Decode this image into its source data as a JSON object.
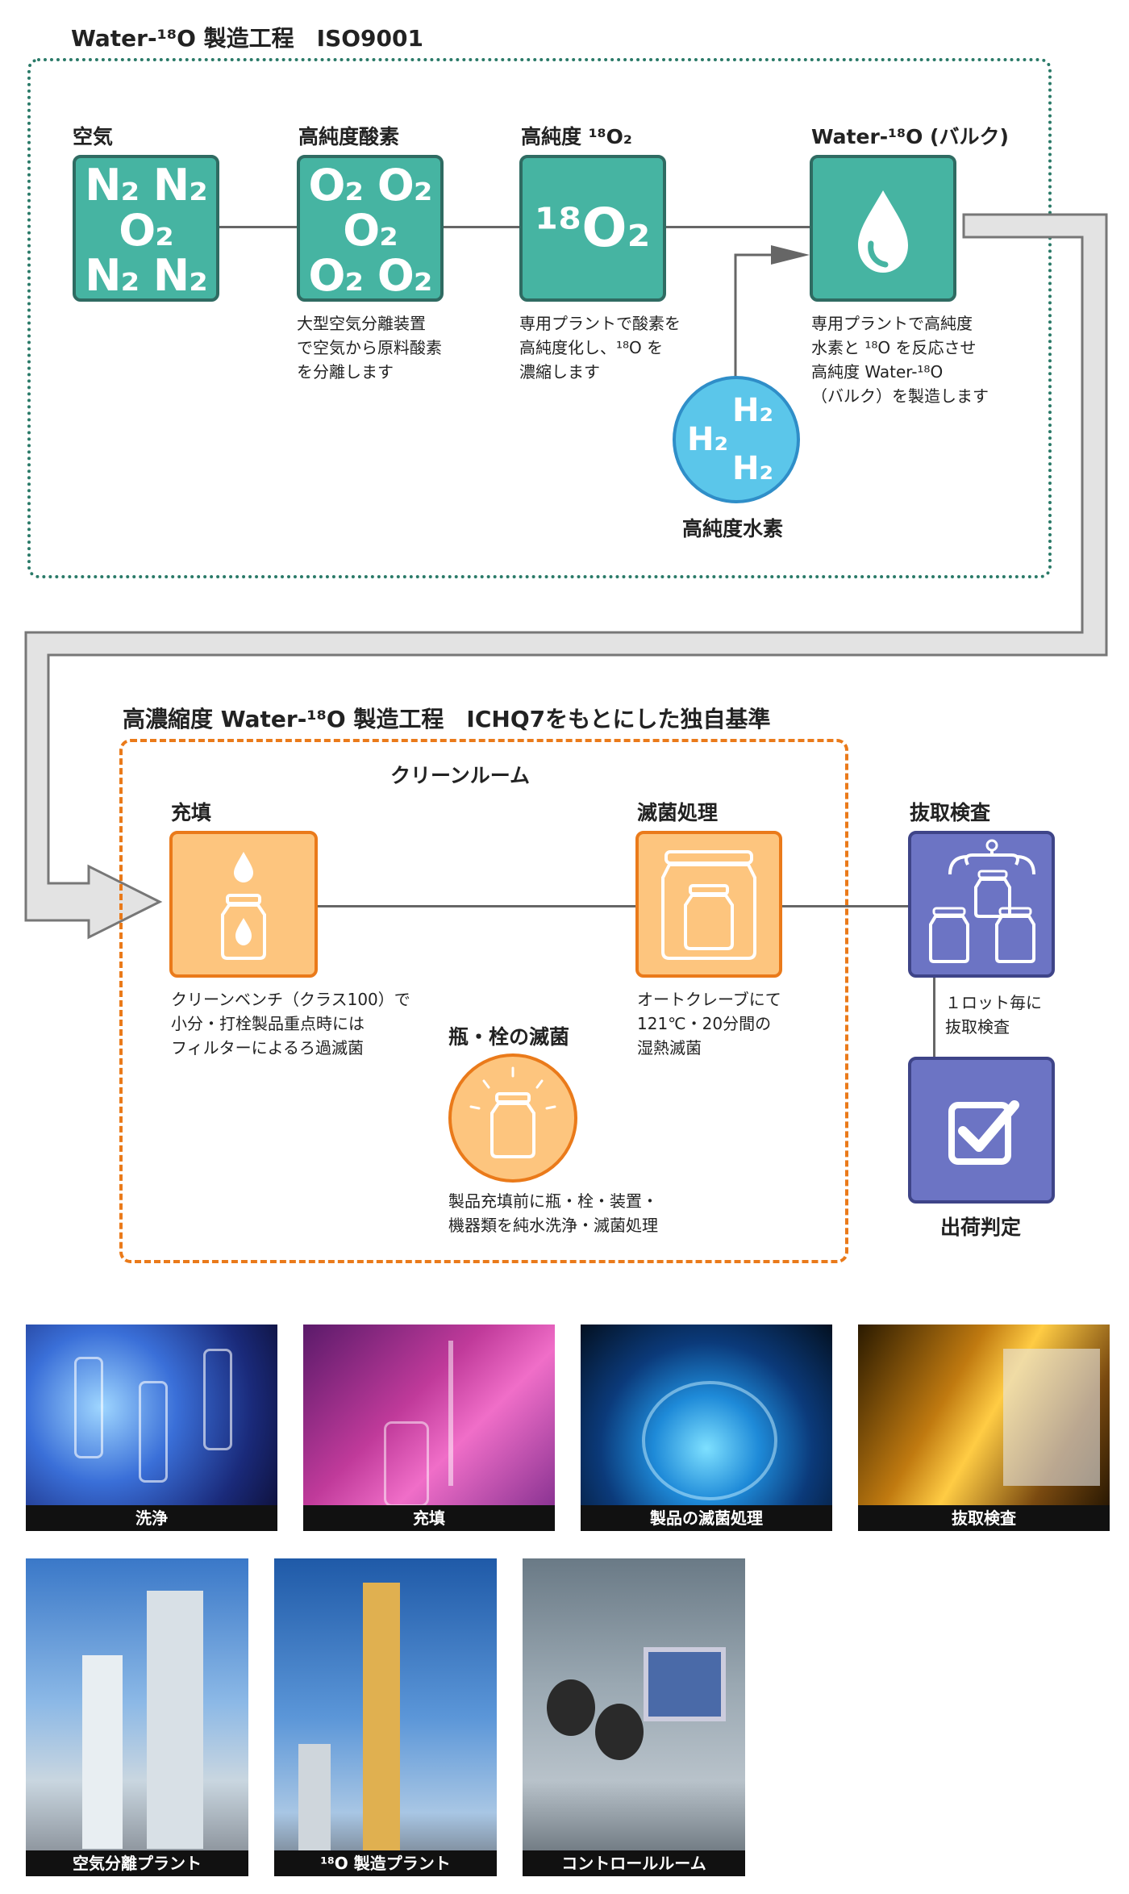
{
  "section1": {
    "title": "Water-¹⁸O 製造工程　ISO9001",
    "steps": [
      {
        "label": "空気",
        "molecules": [
          "N₂ N₂",
          "O₂",
          "N₂ N₂"
        ],
        "desc": []
      },
      {
        "label": "高純度酸素",
        "molecules": [
          "O₂ O₂",
          "O₂",
          "O₂ O₂"
        ],
        "desc": [
          "大型空気分離装置",
          "で空気から原料酸素",
          "を分離します"
        ]
      },
      {
        "label": "高純度 ¹⁸O₂",
        "molecule": "¹⁸O₂",
        "desc": [
          "専用プラントで酸素を",
          "高純度化し、¹⁸O を",
          "濃縮します"
        ]
      },
      {
        "label": "Water-¹⁸O (バルク)",
        "icon": "water-drop-icon",
        "desc": [
          "専用プラントで高純度",
          "水素と ¹⁸O を反応させ",
          "高純度 Water-¹⁸O",
          "（バルク）を製造します"
        ]
      }
    ],
    "hydrogen": {
      "label": "高純度水素",
      "molecules": [
        "H₂",
        "H₂",
        "H₂"
      ]
    }
  },
  "section2": {
    "title": "高濃縮度 Water-¹⁸O 製造工程　ICHQ7をもとにした独自基準",
    "cleanroom_label": "クリーンルーム",
    "fill": {
      "label": "充填",
      "desc": [
        "クリーンベンチ（クラス100）で",
        "小分・打栓製品重点時には",
        "フィルターによるろ過滅菌"
      ]
    },
    "sterilize": {
      "label": "滅菌処理",
      "desc": [
        "オートクレーブにて",
        "121℃・20分間の",
        "湿熱滅菌"
      ]
    },
    "bottle_sterilize": {
      "label": "瓶・栓の滅菌",
      "desc": [
        "製品充填前に瓶・栓・装置・",
        "機器類を純水洗浄・滅菌処理"
      ]
    },
    "inspection": {
      "label": "抜取検査",
      "desc": [
        "１ロット毎に",
        "抜取検査"
      ]
    },
    "shipment": {
      "label": "出荷判定"
    }
  },
  "photos_row1": [
    {
      "caption": "洗浄"
    },
    {
      "caption": "充填"
    },
    {
      "caption": "製品の滅菌処理"
    },
    {
      "caption": "抜取検査"
    }
  ],
  "photos_row2": [
    {
      "caption": "空気分離プラント"
    },
    {
      "caption": "¹⁸O 製造プラント"
    },
    {
      "caption": "コントロールルーム"
    }
  ],
  "colors": {
    "teal": "#46b4a2",
    "teal_border": "#2f6b62",
    "teal_dash": "#2a7a68",
    "orange": "#fdc57e",
    "orange_border": "#ea7a1a",
    "purple": "#6c74c4",
    "hydrogen": "#5bc6ea"
  }
}
